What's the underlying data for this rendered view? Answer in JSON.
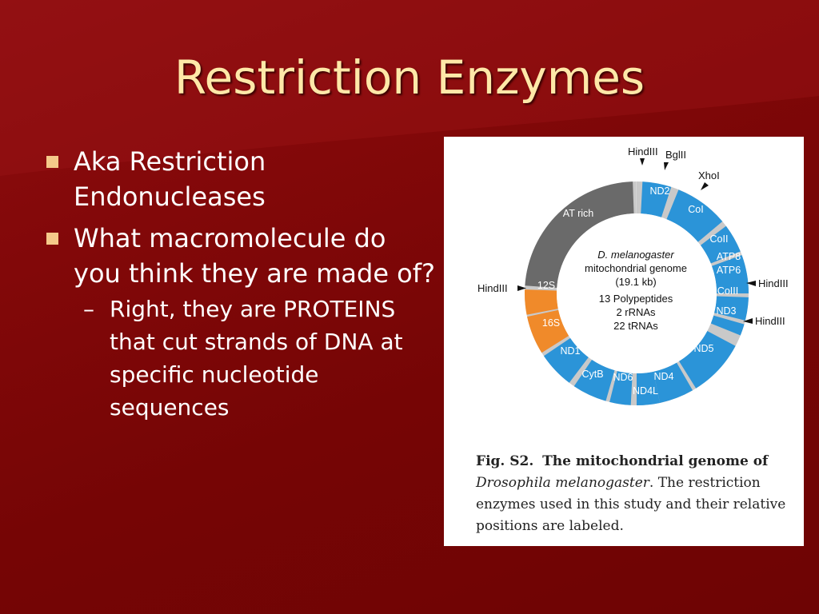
{
  "slide": {
    "title": "Restriction Enzymes",
    "bullets": [
      {
        "text": "Aka Restriction Endonucleases"
      },
      {
        "text": "What macromolecule do you think they are made of?"
      }
    ],
    "sub_bullet": {
      "dash": "–",
      "text": "Right, they are PROTEINS that cut strands of DNA at specific nucleotide sequences"
    }
  },
  "figure": {
    "center_label": {
      "species": "D. melanogaster",
      "line2": "mitochondrial genome",
      "size": "(19.1 kb)",
      "polypeptides": "13 Polypeptides",
      "rrnas": "2 rRNAs",
      "trnas": "22 tRNAs"
    },
    "segments": {
      "nd2": "ND2",
      "coi": "CoI",
      "coii": "CoII",
      "atp8": "ATP8",
      "atp6": "ATP6",
      "coiii": "CoIII",
      "nd3": "ND3",
      "nd5": "ND5",
      "nd4": "ND4",
      "nd4l": "ND4L",
      "nd6": "ND6",
      "cytb": "CytB",
      "nd1": "ND1",
      "s16": "16S",
      "s12": "12S",
      "at_rich": "AT rich"
    },
    "enzymes": {
      "hindiii_top": "HindIII",
      "bglii": "BglII",
      "xhoi": "XhoI",
      "hindiii_right1": "HindIII",
      "hindiii_right2": "HindIII",
      "hindiii_left": "HindIII"
    },
    "caption": {
      "fig": "Fig. S2.",
      "bold": "The mitochondrial genome of",
      "species": "Drosophila melanogaster",
      "rest": ". The restriction enzymes used in this study and their relative positions are labeled."
    },
    "colors": {
      "protein": "#2b94d8",
      "rrna": "#f08a2a",
      "at_rich": "#6a6a6a",
      "gap": "#c9c9c9"
    }
  }
}
